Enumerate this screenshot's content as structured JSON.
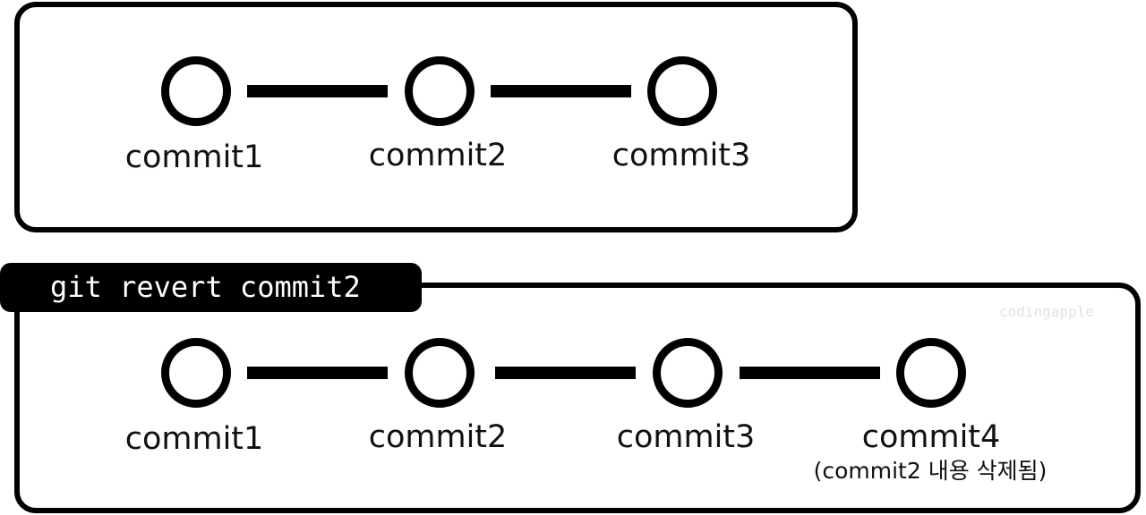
{
  "top_diagram": {
    "commits": [
      {
        "label": "commit1"
      },
      {
        "label": "commit2"
      },
      {
        "label": "commit3"
      }
    ]
  },
  "command": {
    "text": "git revert commit2"
  },
  "bottom_diagram": {
    "commits": [
      {
        "label": "commit1"
      },
      {
        "label": "commit2"
      },
      {
        "label": "commit3"
      },
      {
        "label": "commit4",
        "note": "(commit2 내용 삭제됨)"
      }
    ]
  },
  "watermark": {
    "text": "codingapple"
  }
}
